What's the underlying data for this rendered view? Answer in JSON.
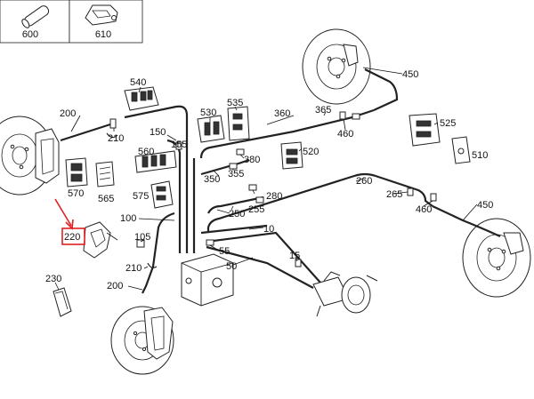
{
  "diagram": {
    "thumbnails": [
      {
        "id": "thumb-600",
        "label": "600"
      },
      {
        "id": "thumb-610",
        "label": "610"
      }
    ],
    "highlighted_part": "220",
    "highlight_color": "#e02020",
    "labels": {
      "l540": "540",
      "l450a": "450",
      "l530": "530",
      "l535": "535",
      "l360": "360",
      "l365": "365",
      "l525": "525",
      "l200a": "200",
      "l210a": "210",
      "l150": "150",
      "l155": "155",
      "l460a": "460",
      "l560": "560",
      "l380": "380",
      "l520": "520",
      "l510": "510",
      "l350": "350",
      "l355": "355",
      "l570": "570",
      "l565": "565",
      "l260": "260",
      "l265": "265",
      "l575": "575",
      "l280": "280",
      "l255": "255",
      "l450b": "450",
      "l460b": "460",
      "l250": "250",
      "l100": "100",
      "l10": "10",
      "l220": "220",
      "l105": "105",
      "l55": "55",
      "l15": "15",
      "l210b": "210",
      "l50": "50",
      "l230": "230",
      "l200b": "200"
    }
  }
}
